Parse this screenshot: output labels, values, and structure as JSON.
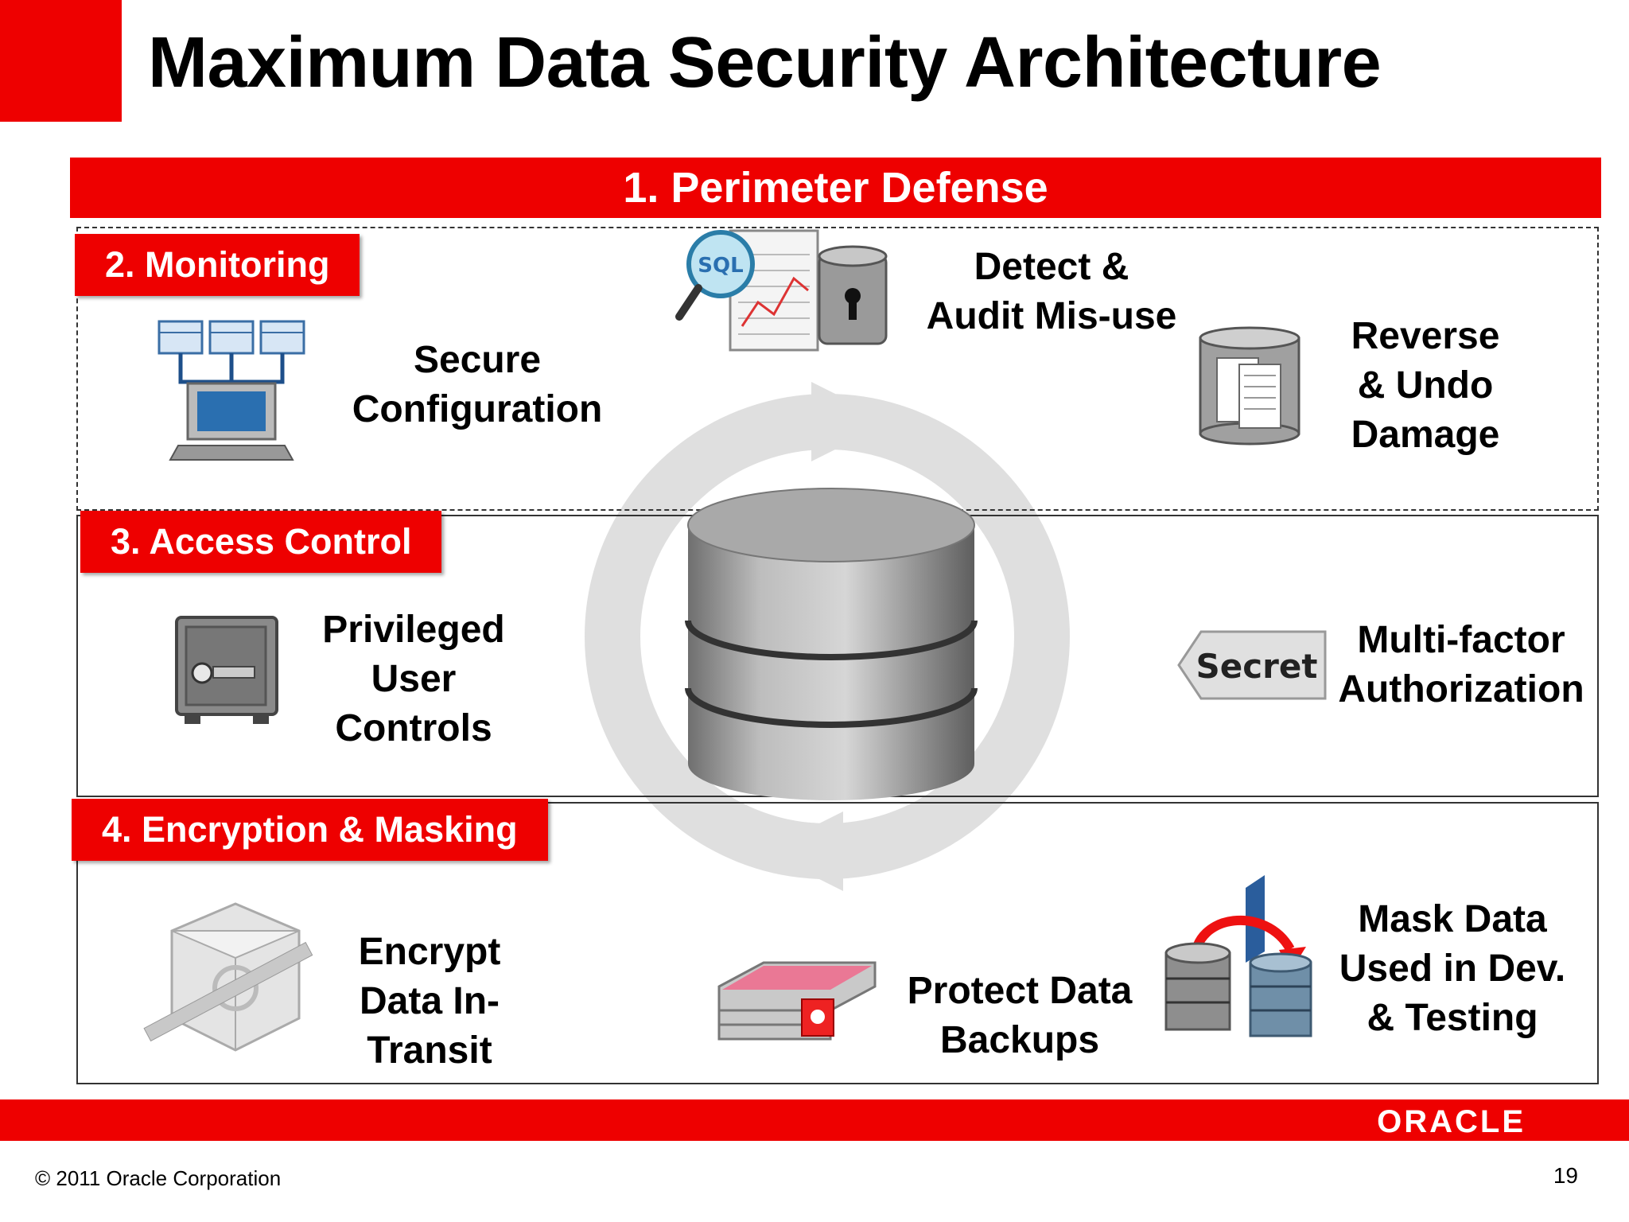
{
  "title": "Maximum Data Security Architecture",
  "perimeter": "1. Perimeter Defense",
  "sections": {
    "monitoring": "2. Monitoring",
    "access_control": "3. Access Control",
    "encryption": "4. Encryption & Masking"
  },
  "items": {
    "secure_config": [
      "Secure",
      "Configuration"
    ],
    "detect_audit": [
      "Detect &",
      "Audit Mis-use"
    ],
    "reverse_undo": [
      "Reverse",
      "& Undo",
      "Damage"
    ],
    "privileged": [
      "Privileged",
      "User",
      "Controls"
    ],
    "multifactor": [
      "Multi-factor",
      "Authorization"
    ],
    "encrypt": [
      "Encrypt",
      "Data In-",
      "Transit"
    ],
    "protect_backups": [
      "Protect Data",
      "Backups"
    ],
    "mask_data": [
      "Mask Data",
      "Used in Dev.",
      "& Testing"
    ]
  },
  "icons": {
    "sql_label": "SQL",
    "secret_label": "Secret"
  },
  "footer": {
    "logo": "ORACLE",
    "copyright": "© 2011 Oracle Corporation",
    "page": "19"
  },
  "colors": {
    "accent": "#ee0000",
    "panel_border": "#333333"
  }
}
